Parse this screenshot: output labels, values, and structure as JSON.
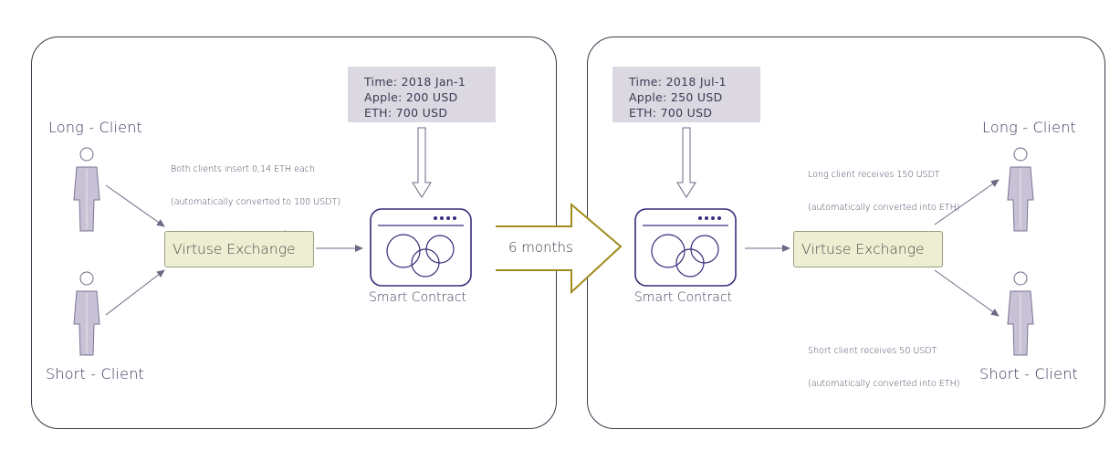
{
  "left_panel": {
    "long_client_label": "Long - Client",
    "short_client_label": "Short - Client",
    "note_lines": [
      "Both clients insert 0,14 ETH each",
      "(automatically converted to 100 USDT)",
      "+ insert certain amount of MKT"
    ],
    "exchange_label": "Virtuse Exchange",
    "smart_contract_label": "Smart Contract",
    "info": {
      "time": "Time: 2018 Jan-1",
      "apple": "Apple: 200 USD",
      "eth": "ETH: 700 USD"
    }
  },
  "transition": {
    "label": "6 months"
  },
  "right_panel": {
    "long_client_label": "Long - Client",
    "short_client_label": "Short - Client",
    "long_note_lines": [
      "Long client receives 150 USDT",
      "(automatically converted into ETH)"
    ],
    "short_note_lines": [
      "Short client receives 50 USDT",
      "(automatically converted into ETH)"
    ],
    "exchange_label": "Virtuse Exchange",
    "smart_contract_label": "Smart Contract",
    "info": {
      "time": "Time: 2018 Jul-1",
      "apple": "Apple: 250 USD",
      "eth": "ETH: 700 USD"
    }
  },
  "colors": {
    "panel_border": "#3a3a4a",
    "figure_fill": "#c9c2d6",
    "info_box_bg": "#dcd8e2",
    "exchange_bg": "#eeeed3",
    "contract_stroke": "#3a2a7a",
    "big_arrow_stroke": "#a08c1c",
    "connector": "#6a6a85"
  }
}
